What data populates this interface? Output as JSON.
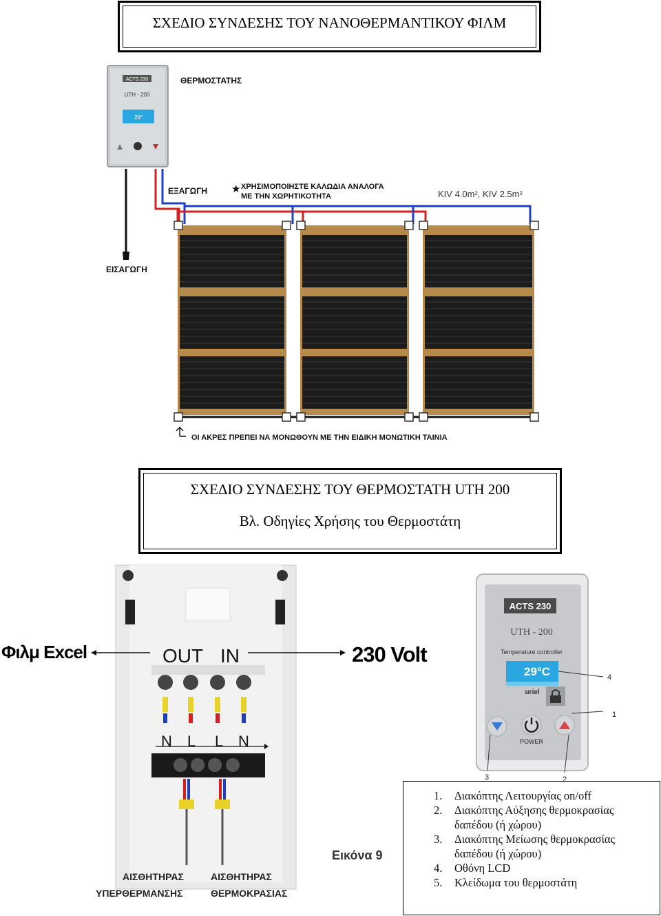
{
  "header": {
    "title": "ΣΧΕΔΙΟ ΣΥΝΔΕΣΗΣ ΤΟΥ ΝΑΝΟΘΕΡΜΑΝΤΙΚΟΥ ΦΙΛΜ"
  },
  "top_diagram": {
    "thermostat_label": "ΘΕΡΜΟΣΤΑΤΗΣ",
    "thermostat_brand": "ACTS 230",
    "thermostat_model": "UTH - 200",
    "thermostat_temp": "29°",
    "exagogi_label": "ΕΞΑΓΩΓΗ",
    "eisagogi_label": "ΕΙΣΑΓΩΓΗ",
    "cable_note_line1": "ΧΡΗΣΙΜΟΠΟΙΗΣΤΕ ΚΑΛΩΔΙΑ ΑΝΑΛΟΓΑ",
    "cable_note_line2": "ΜΕ ΤΗΝ ΧΩΡΗΤΙΚΟΤΗΤΑ",
    "cable_spec": "KIV 4.0m², KIV 2.5m²",
    "insulation_note": "ΟΙ ΑΚΡΕΣ ΠΡΕΠΕΙ ΝΑ ΜΟΝΩΘΟΥΝ ΜΕ ΤΗΝ ΕΙΔΙΚΗ ΜΟΝΩΤΙΚΗ ΤΑΙΝΙΑ"
  },
  "section2": {
    "title": "ΣΧΕΔΙΟ ΣΥΝΔΕΣΗΣ ΤΟΥ ΘΕΡΜΟΣΤΑΤΗ UTH 200",
    "subtitle": "Βλ. Οδηγίες Χρήσης του Θερμοστάτη"
  },
  "wiring": {
    "film_label": "Φιλμ Excel",
    "voltage_label": "230 Volt",
    "out_label": "OUT",
    "in_label": "IN",
    "terminal_labels": [
      "N",
      "L",
      "L",
      "N"
    ],
    "sensor_overheat_line1": "ΑΙΣΘΗΤΗΡΑΣ",
    "sensor_overheat_line2": "ΥΠΕΡΘΕΡΜΑΝΣΗΣ",
    "sensor_temp_line1": "ΑΙΣΘΗΤΗΡΑΣ",
    "sensor_temp_line2": "ΘΕΡΜΟΚΡΑΣΙΑΣ",
    "figure_label": "Εικόνα 9"
  },
  "thermostat_front": {
    "brand": "ACTS 230",
    "model": "UTH - 200",
    "subtitle": "Temperature controller",
    "temperature": "29°C",
    "logo": "uriel",
    "power_label": "POWER",
    "callouts": [
      "4",
      "1",
      "3",
      "2"
    ]
  },
  "legend": {
    "items": [
      {
        "num": "1.",
        "text": "Διακόπτης Λειτουργίας on/off"
      },
      {
        "num": "2.",
        "text": "Διακόπτης Αύξησης θερμοκρασίας δαπέδου (ή χώρου)"
      },
      {
        "num": "3.",
        "text": "Διακόπτης Μείωσης θερμοκρασίας δαπέδου (ή χώρου)"
      },
      {
        "num": "4.",
        "text": "Οθόνη LCD"
      },
      {
        "num": "5.",
        "text": "Κλείδωμα του θερμοστάτη"
      }
    ]
  },
  "colors": {
    "wire_red": "#d42020",
    "wire_blue": "#1f3fbf",
    "film_dark": "#1c1c1c",
    "film_copper": "#b58a4a",
    "lcd_blue": "#2aa6e0"
  }
}
